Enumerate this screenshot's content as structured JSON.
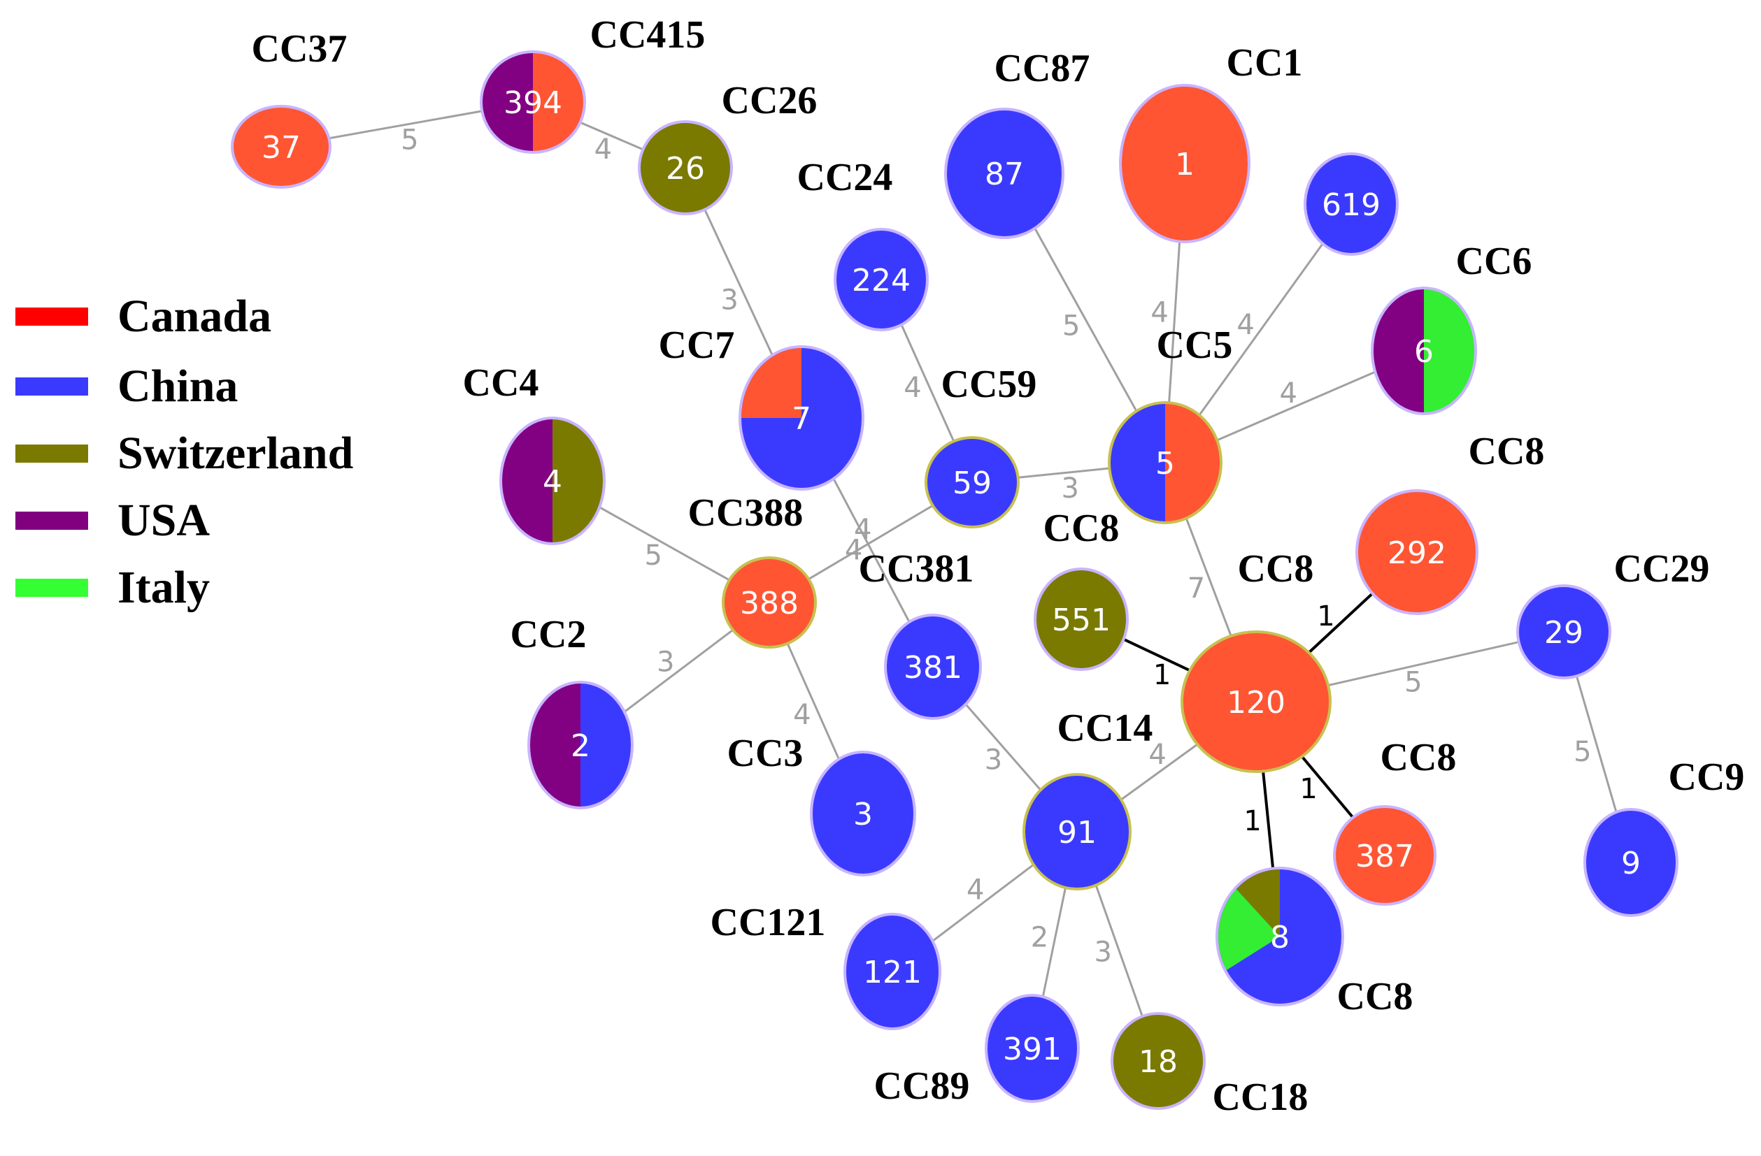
{
  "legend": [
    {
      "country": "Canada",
      "color": "#ff0000"
    },
    {
      "country": "China",
      "color": "#3a3aff"
    },
    {
      "country": "Switzerland",
      "color": "#7a7a00"
    },
    {
      "country": "USA",
      "color": "#800080"
    },
    {
      "country": "Italy",
      "color": "#33ff33"
    }
  ],
  "colors": {
    "Canada": "#ff5533",
    "China": "#3a3aff",
    "Switzerland": "#7a7a00",
    "USA": "#820082",
    "Italy": "#33ee33",
    "node_halo": "#c8b4ff",
    "founder_ring": "#c8c050",
    "edge_gray": "#a0a0a0",
    "edge_black": "#000000"
  },
  "nodes": [
    {
      "id": "37",
      "label": "37",
      "cc": "CC37",
      "fill": [
        [
          "Canada",
          1
        ]
      ]
    },
    {
      "id": "394",
      "label": "394",
      "cc": "CC415",
      "fill": [
        [
          "USA",
          0.5
        ],
        [
          "Canada",
          0.5
        ]
      ]
    },
    {
      "id": "26",
      "label": "26",
      "cc": "CC26",
      "fill": [
        [
          "Switzerland",
          1
        ]
      ]
    },
    {
      "id": "87",
      "label": "87",
      "cc": "CC87",
      "fill": [
        [
          "China",
          1
        ]
      ]
    },
    {
      "id": "1",
      "label": "1",
      "cc": "CC1",
      "fill": [
        [
          "Canada",
          1
        ]
      ]
    },
    {
      "id": "619",
      "label": "619",
      "cc": "",
      "fill": [
        [
          "China",
          1
        ]
      ]
    },
    {
      "id": "224",
      "label": "224",
      "cc": "CC24",
      "fill": [
        [
          "China",
          1
        ]
      ]
    },
    {
      "id": "6",
      "label": "6",
      "cc": "CC6",
      "fill": [
        [
          "USA",
          0.5
        ],
        [
          "Italy",
          0.5
        ]
      ]
    },
    {
      "id": "7",
      "label": "7",
      "cc": "CC7",
      "fill": [
        [
          "China",
          0.75
        ],
        [
          "Canada",
          0.25
        ]
      ]
    },
    {
      "id": "5",
      "label": "5",
      "cc": "CC5",
      "fill": [
        [
          "China",
          0.5
        ],
        [
          "Canada",
          0.5
        ]
      ],
      "founder": true
    },
    {
      "id": "59",
      "label": "59",
      "cc": "CC59",
      "fill": [
        [
          "China",
          1
        ]
      ],
      "founder": true
    },
    {
      "id": "4",
      "label": "4",
      "cc": "CC4",
      "fill": [
        [
          "USA",
          0.5
        ],
        [
          "Switzerland",
          0.5
        ]
      ]
    },
    {
      "id": "292",
      "label": "292",
      "cc": "CC8",
      "fill": [
        [
          "Canada",
          1
        ]
      ]
    },
    {
      "id": "388",
      "label": "388",
      "cc": "CC388",
      "fill": [
        [
          "Canada",
          1
        ]
      ],
      "founder": true
    },
    {
      "id": "551",
      "label": "551",
      "cc": "CC8",
      "fill": [
        [
          "Switzerland",
          1
        ]
      ]
    },
    {
      "id": "381",
      "label": "381",
      "cc": "CC381",
      "fill": [
        [
          "China",
          1
        ]
      ]
    },
    {
      "id": "120",
      "label": "120",
      "cc": "CC8",
      "fill": [
        [
          "Canada",
          1
        ]
      ],
      "founder": true
    },
    {
      "id": "29",
      "label": "29",
      "cc": "CC29",
      "fill": [
        [
          "China",
          1
        ]
      ]
    },
    {
      "id": "2",
      "label": "2",
      "cc": "CC2",
      "fill": [
        [
          "USA",
          0.5
        ],
        [
          "China",
          0.5
        ]
      ]
    },
    {
      "id": "3",
      "label": "3",
      "cc": "CC3",
      "fill": [
        [
          "China",
          1
        ]
      ]
    },
    {
      "id": "91",
      "label": "91",
      "cc": "CC14",
      "fill": [
        [
          "China",
          1
        ]
      ],
      "founder": true
    },
    {
      "id": "387",
      "label": "387",
      "cc": "CC8",
      "fill": [
        [
          "Canada",
          1
        ]
      ]
    },
    {
      "id": "9",
      "label": "9",
      "cc": "CC9",
      "fill": [
        [
          "China",
          1
        ]
      ]
    },
    {
      "id": "8",
      "label": "8",
      "cc": "CC8",
      "fill": [
        [
          "China",
          0.75
        ],
        [
          "Italy",
          0.125
        ],
        [
          "Switzerland",
          0.125
        ]
      ]
    },
    {
      "id": "121",
      "label": "121",
      "cc": "CC121",
      "fill": [
        [
          "China",
          1
        ]
      ]
    },
    {
      "id": "391",
      "label": "391",
      "cc": "CC89",
      "fill": [
        [
          "China",
          1
        ]
      ]
    },
    {
      "id": "18",
      "label": "18",
      "cc": "CC18",
      "fill": [
        [
          "Switzerland",
          1
        ]
      ]
    }
  ],
  "edges": [
    {
      "from": "37",
      "to": "394",
      "label": "5",
      "style": "gray"
    },
    {
      "from": "394",
      "to": "26",
      "label": "4",
      "style": "gray"
    },
    {
      "from": "26",
      "to": "7",
      "label": "3",
      "style": "gray"
    },
    {
      "from": "87",
      "to": "5",
      "label": "5",
      "style": "gray"
    },
    {
      "from": "1",
      "to": "5",
      "label": "4",
      "style": "gray"
    },
    {
      "from": "619",
      "to": "5",
      "label": "4",
      "style": "gray"
    },
    {
      "from": "6",
      "to": "5",
      "label": "4",
      "style": "gray"
    },
    {
      "from": "224",
      "to": "59",
      "label": "4",
      "style": "gray"
    },
    {
      "from": "59",
      "to": "5",
      "label": "3",
      "style": "gray"
    },
    {
      "from": "59",
      "to": "388",
      "label": "4",
      "style": "gray"
    },
    {
      "from": "7",
      "to": "381",
      "label": "4",
      "style": "gray"
    },
    {
      "from": "4",
      "to": "388",
      "label": "5",
      "style": "gray"
    },
    {
      "from": "388",
      "to": "2",
      "label": "3",
      "style": "gray"
    },
    {
      "from": "388",
      "to": "3",
      "label": "4",
      "style": "gray"
    },
    {
      "from": "5",
      "to": "120",
      "label": "7",
      "style": "gray"
    },
    {
      "from": "292",
      "to": "120",
      "label": "1",
      "style": "black"
    },
    {
      "from": "551",
      "to": "120",
      "label": "1",
      "style": "black"
    },
    {
      "from": "120",
      "to": "29",
      "label": "5",
      "style": "gray"
    },
    {
      "from": "120",
      "to": "387",
      "label": "1",
      "style": "black"
    },
    {
      "from": "120",
      "to": "8",
      "label": "1",
      "style": "black"
    },
    {
      "from": "120",
      "to": "91",
      "label": "4",
      "style": "gray"
    },
    {
      "from": "381",
      "to": "91",
      "label": "3",
      "style": "gray"
    },
    {
      "from": "29",
      "to": "9",
      "label": "5",
      "style": "gray"
    },
    {
      "from": "91",
      "to": "121",
      "label": "4",
      "style": "gray"
    },
    {
      "from": "91",
      "to": "391",
      "label": "2",
      "style": "gray"
    },
    {
      "from": "91",
      "to": "18",
      "label": "3",
      "style": "gray"
    }
  ]
}
